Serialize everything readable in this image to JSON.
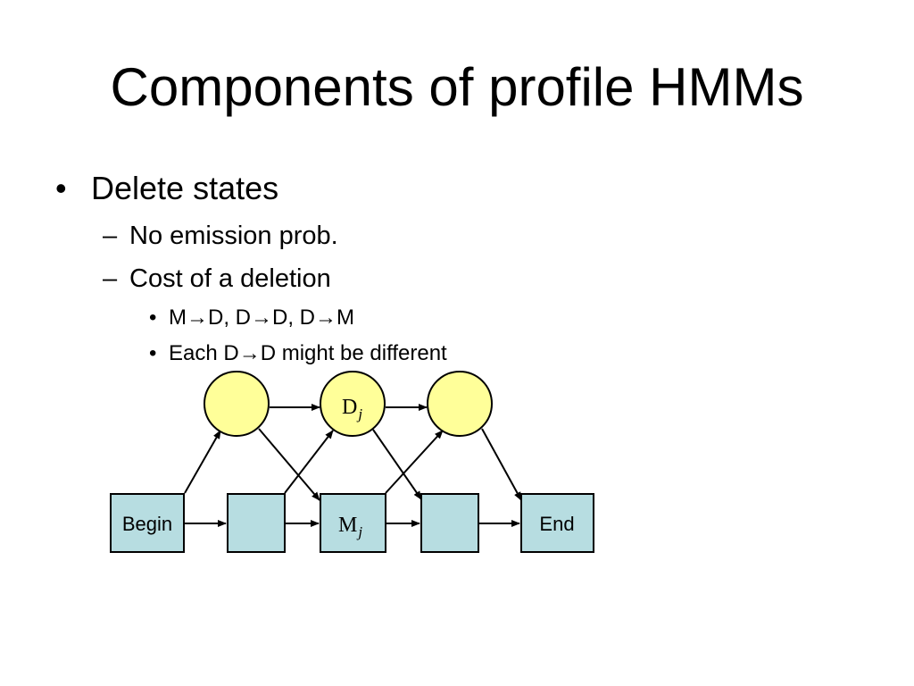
{
  "slide": {
    "title": "Components of profile HMMs"
  },
  "bullets": {
    "level1": {
      "marker": "•",
      "text": "Delete states"
    },
    "level2": [
      {
        "marker": "–",
        "text": "No emission prob."
      },
      {
        "marker": "–",
        "text": "Cost of a deletion"
      }
    ],
    "level3": [
      {
        "marker": "•",
        "text": "M→D, D→D, D→M"
      },
      {
        "marker": "•",
        "text": "Each D→D might be different"
      }
    ]
  },
  "diagram": {
    "delete_states": [
      {
        "label": "",
        "subscript": ""
      },
      {
        "label": "D",
        "subscript": "j"
      },
      {
        "label": "",
        "subscript": ""
      }
    ],
    "main_row": [
      {
        "label": "Begin",
        "subscript": ""
      },
      {
        "label": "",
        "subscript": ""
      },
      {
        "label": "M",
        "subscript": "j"
      },
      {
        "label": "",
        "subscript": ""
      },
      {
        "label": "End",
        "subscript": ""
      }
    ],
    "colors": {
      "delete_fill": "#ffff99",
      "match_fill": "#b7dde1",
      "stroke": "#000000"
    }
  }
}
